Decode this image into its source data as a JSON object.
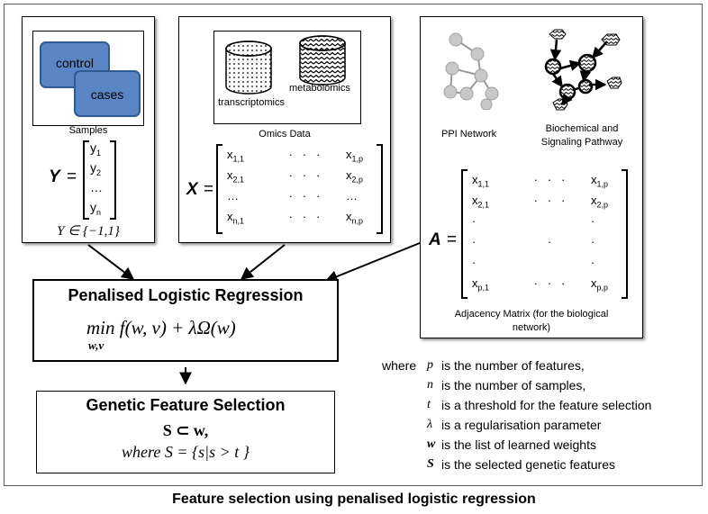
{
  "samples": {
    "control_label": "control",
    "cases_label": "cases",
    "caption": "Samples",
    "y_symbol": "Y",
    "y_entries": [
      "y1",
      "y2",
      "…",
      "yn"
    ],
    "y_entry_base": [
      "y",
      "y",
      "…",
      "y"
    ],
    "y_entry_sub": [
      "1",
      "2",
      "",
      "n"
    ],
    "domain": "Y ∈ {−1,1}"
  },
  "omics": {
    "transcriptomics_label": "transcriptomics",
    "metabolomics_label": "metabolomics",
    "caption": "Omics Data",
    "x_symbol": "X",
    "rows": [
      {
        "first_base": "x",
        "first_sub": "1,1",
        "dots": "·   ·   ·",
        "last_base": "x",
        "last_sub": "1,p"
      },
      {
        "first_base": "x",
        "first_sub": "2,1",
        "dots": "·   ·   ·",
        "last_base": "x",
        "last_sub": "2,p"
      },
      {
        "first_base": "…",
        "first_sub": "",
        "dots": "·   ·   ·",
        "last_base": "…",
        "last_sub": ""
      },
      {
        "first_base": "x",
        "first_sub": "n,1",
        "dots": "·   ·   ·",
        "last_base": "x",
        "last_sub": "n,p"
      }
    ]
  },
  "network": {
    "ppi_label": "PPI Network",
    "pathway_label_1": "Biochemical and",
    "pathway_label_2": "Signaling Pathway",
    "a_symbol": "A",
    "caption_1": "Adjacency Matrix (for the biological",
    "caption_2": "network)",
    "rows": [
      {
        "first_base": "x",
        "first_sub": "1,1",
        "dots": "·   ·   ·",
        "last_base": "x",
        "last_sub": "1,p"
      },
      {
        "first_base": "x",
        "first_sub": "2,1",
        "dots": "·   ·   ·",
        "last_base": "x",
        "last_sub": "2,p"
      },
      {
        "first_base": "·",
        "first_sub": "",
        "dots": "",
        "last_base": "·",
        "last_sub": ""
      },
      {
        "first_base": "·",
        "first_sub": "",
        "dots": "·",
        "last_base": "·",
        "last_sub": ""
      },
      {
        "first_base": "·",
        "first_sub": "",
        "dots": "",
        "last_base": "·",
        "last_sub": ""
      },
      {
        "first_base": "x",
        "first_sub": "p,1",
        "dots": "·   ·   ·",
        "last_base": "x",
        "last_sub": "p,p"
      }
    ]
  },
  "regression": {
    "title": "Penalised Logistic Regression",
    "formula_main": "min f(w, v) + λΩ(w)",
    "formula_sub": "w,v"
  },
  "selection": {
    "title": "Genetic Feature Selection",
    "line1": "S ⊂ w,",
    "line2": "where S = {s|s > t }"
  },
  "legend": {
    "where_word": "where",
    "items": [
      {
        "symbol": "p",
        "text": "is the number of features,"
      },
      {
        "symbol": "n",
        "text": "is the number of samples,"
      },
      {
        "symbol": "t",
        "text": "is a threshold for the feature selection"
      },
      {
        "symbol": "λ",
        "text": "is a regularisation parameter"
      },
      {
        "symbol": "w",
        "text": "is the list of learned weights"
      },
      {
        "symbol": "S",
        "text": "is the selected genetic features"
      }
    ]
  },
  "figure_caption": "Feature selection using penalised logistic regression"
}
